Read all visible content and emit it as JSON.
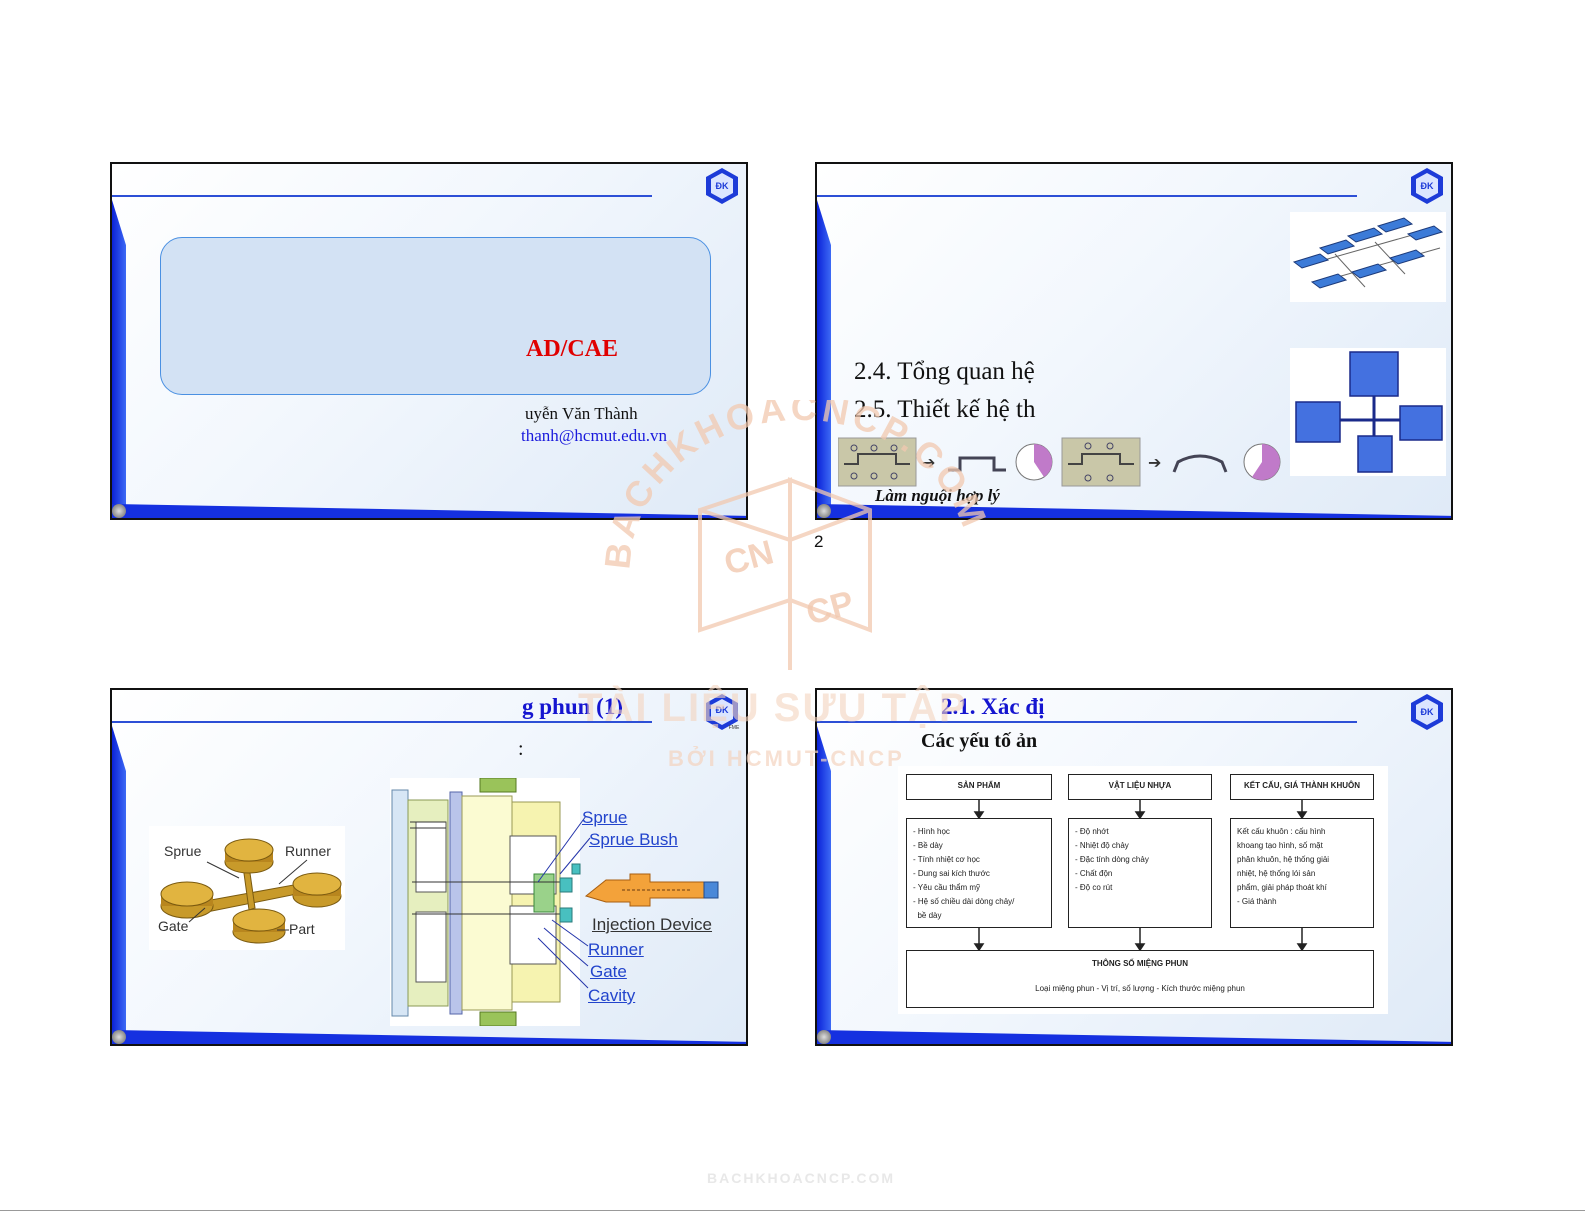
{
  "page_number": "2",
  "watermark": {
    "arc_text": "BACHKHOACNCP.COM",
    "logo_cn": "CN",
    "logo_cp": "CP",
    "line1": "TÀI LIỆU SƯU TẬP",
    "line2": "BỞI HCMUT-CNCP",
    "footer": "BACHKHOACNCP.COM"
  },
  "logo_text": "ĐK",
  "logo_subtext": "FME",
  "slide1": {
    "highlight": "AD/CAE",
    "author": "uyễn Văn Thành",
    "email": "thanh@hcmut.edu.vn"
  },
  "slide2": {
    "item1": "2.4. Tổng quan hệ",
    "item2": "2.5. Thiết kế hệ th",
    "caption": "Làm nguội hợp lý"
  },
  "slide3": {
    "title": "g phun (1)",
    "colon": ":",
    "left_labels": {
      "sprue": "Sprue",
      "runner": "Runner",
      "gate": "Gate",
      "part": "Part"
    },
    "right_labels": [
      "Sprue",
      "Sprue Bush",
      "Injection Device",
      "Runner",
      "Gate",
      "Cavity"
    ]
  },
  "slide4": {
    "title": "2.1. Xác đị",
    "subtitle": "Các yếu tố ản",
    "boxes": [
      {
        "header": "SẢN PHẨM",
        "lines": [
          "- Hình học",
          "- Bề dày",
          "- Tính nhiệt cơ học",
          "- Dung sai kích thước",
          "- Yêu cầu thẩm mỹ",
          "- Hệ số chiều dài dòng chảy/",
          "  bề dày"
        ]
      },
      {
        "header": "VẬT LIỆU NHỰA",
        "lines": [
          "- Độ nhớt",
          "- Nhiệt độ chảy",
          "- Đặc tính dòng chảy",
          "- Chất độn",
          "- Độ co rút"
        ]
      },
      {
        "header": "KẾT CẤU, GIÁ THÀNH KHUÔN",
        "lines": [
          "Kết cấu khuôn : cấu hình",
          "khoang tạo hình, số mặt",
          "phân khuôn, hệ thống giải",
          "nhiệt, hệ thống lói sản",
          "phẩm, giải pháp thoát khí",
          "- Giá thành"
        ]
      }
    ],
    "bottom_header": "THÔNG SỐ MIỆNG PHUN",
    "bottom_line": "Loại miệng phun  -  Vị trí, số lượng  -  Kích thước miệng phun"
  }
}
